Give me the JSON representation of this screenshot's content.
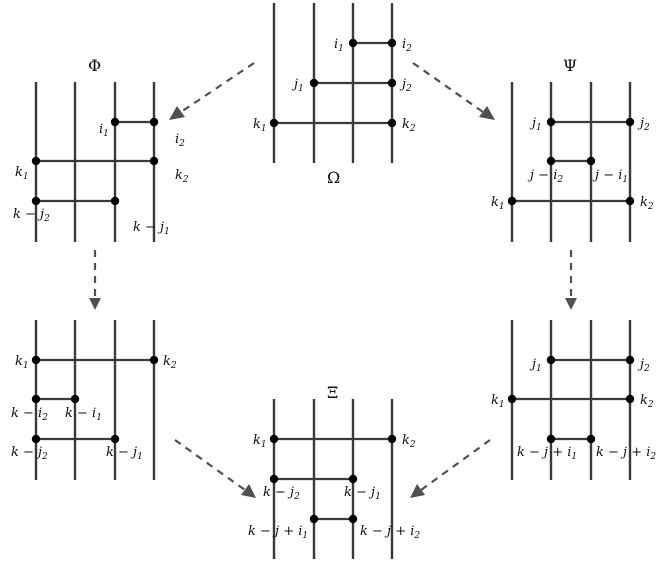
{
  "diagrams": [
    {
      "id": "omega",
      "title": "Ω",
      "labels": [
        {
          "t": "i",
          "s": "1"
        },
        {
          "t": "i",
          "s": "2"
        },
        {
          "t": "j",
          "s": "1"
        },
        {
          "t": "j",
          "s": "2"
        },
        {
          "t": "k",
          "s": "1"
        },
        {
          "t": "k",
          "s": "2"
        }
      ]
    },
    {
      "id": "phi",
      "title": "Φ",
      "labels": [
        {
          "t": "i",
          "s": "1"
        },
        {
          "t": "i",
          "s": "2"
        },
        {
          "t": "k",
          "s": "1"
        },
        {
          "t": "k",
          "s": "2"
        },
        {
          "t": "k − j",
          "s": "2"
        },
        {
          "t": "k − j",
          "s": "1"
        }
      ]
    },
    {
      "id": "psi",
      "title": "Ψ",
      "labels": [
        {
          "t": "j",
          "s": "1"
        },
        {
          "t": "j",
          "s": "2"
        },
        {
          "t": "j − i",
          "s": "2"
        },
        {
          "t": "j − i",
          "s": "1"
        },
        {
          "t": "k",
          "s": "1"
        },
        {
          "t": "k",
          "s": "2"
        }
      ]
    },
    {
      "id": "phi-next",
      "title": "",
      "labels": [
        {
          "t": "k",
          "s": "1"
        },
        {
          "t": "k",
          "s": "2"
        },
        {
          "t": "k − i",
          "s": "2"
        },
        {
          "t": "k − i",
          "s": "1"
        },
        {
          "t": "k − j",
          "s": "2"
        },
        {
          "t": "k − j",
          "s": "1"
        }
      ]
    },
    {
      "id": "psi-next",
      "title": "",
      "labels": [
        {
          "t": "j",
          "s": "1"
        },
        {
          "t": "j",
          "s": "2"
        },
        {
          "t": "k",
          "s": "1"
        },
        {
          "t": "k",
          "s": "2"
        },
        {
          "t": "k − j + i",
          "s": "1"
        },
        {
          "t": "k − j + i",
          "s": "2"
        }
      ]
    },
    {
      "id": "xi",
      "title": "Ξ",
      "labels": [
        {
          "t": "k",
          "s": "1"
        },
        {
          "t": "k",
          "s": "2"
        },
        {
          "t": "k − j",
          "s": "2"
        },
        {
          "t": "k − j",
          "s": "1"
        },
        {
          "t": "k − j + i",
          "s": "1"
        },
        {
          "t": "k − j + i",
          "s": "2"
        }
      ]
    }
  ]
}
